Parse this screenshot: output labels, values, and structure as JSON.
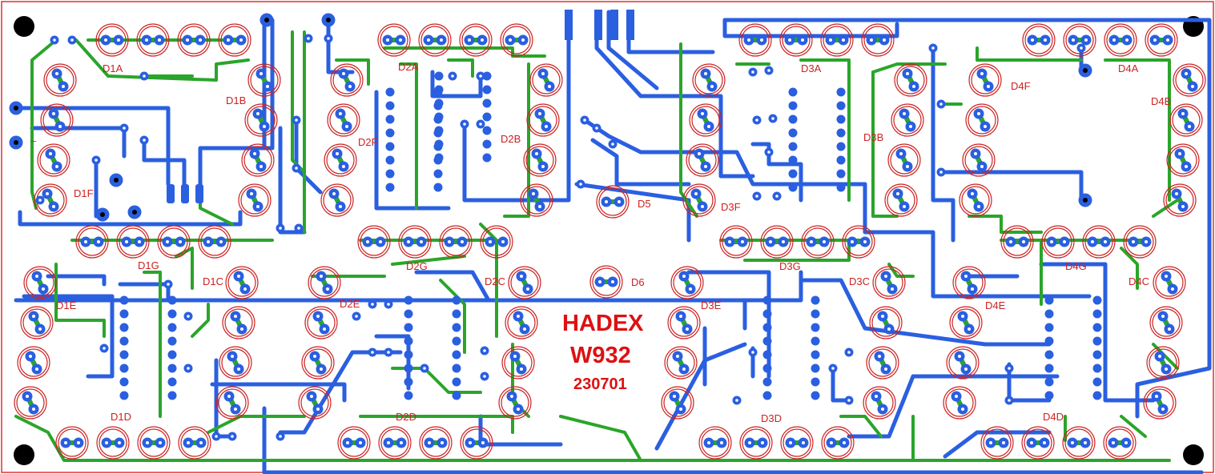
{
  "board": {
    "brand": "HADEX",
    "code": "W932",
    "date": "230701",
    "minus_sign": "–",
    "colors": {
      "outline": "#e03030",
      "top_trace": "#2aa52a",
      "bottom_trace": "#2a5fe0",
      "pad": "#2a5fe0",
      "led_ring": "#cc2222",
      "label": "#cc2222",
      "mount_hole": "#000000"
    }
  },
  "labels": {
    "d1a": "D1A",
    "d1b": "D1B",
    "d1c": "D1C",
    "d1d": "D1D",
    "d1e": "D1E",
    "d1f": "D1F",
    "d1g": "D1G",
    "d2a": "D2A",
    "d2b": "D2B",
    "d2c": "D2C",
    "d2d": "D2D",
    "d2e": "D2E",
    "d2f": "D2F",
    "d2g": "D2G",
    "d3a": "D3A",
    "d3b": "D3B",
    "d3c": "D3C",
    "d3d": "D3D",
    "d3e": "D3E",
    "d3f": "D3F",
    "d3g": "D3G",
    "d4a": "D4A",
    "d4b": "D4B",
    "d4c": "D4C",
    "d4d": "D4D",
    "d4e": "D4E",
    "d4f": "D4F",
    "d4g": "D4G",
    "d5": "D5",
    "d6": "D6"
  }
}
